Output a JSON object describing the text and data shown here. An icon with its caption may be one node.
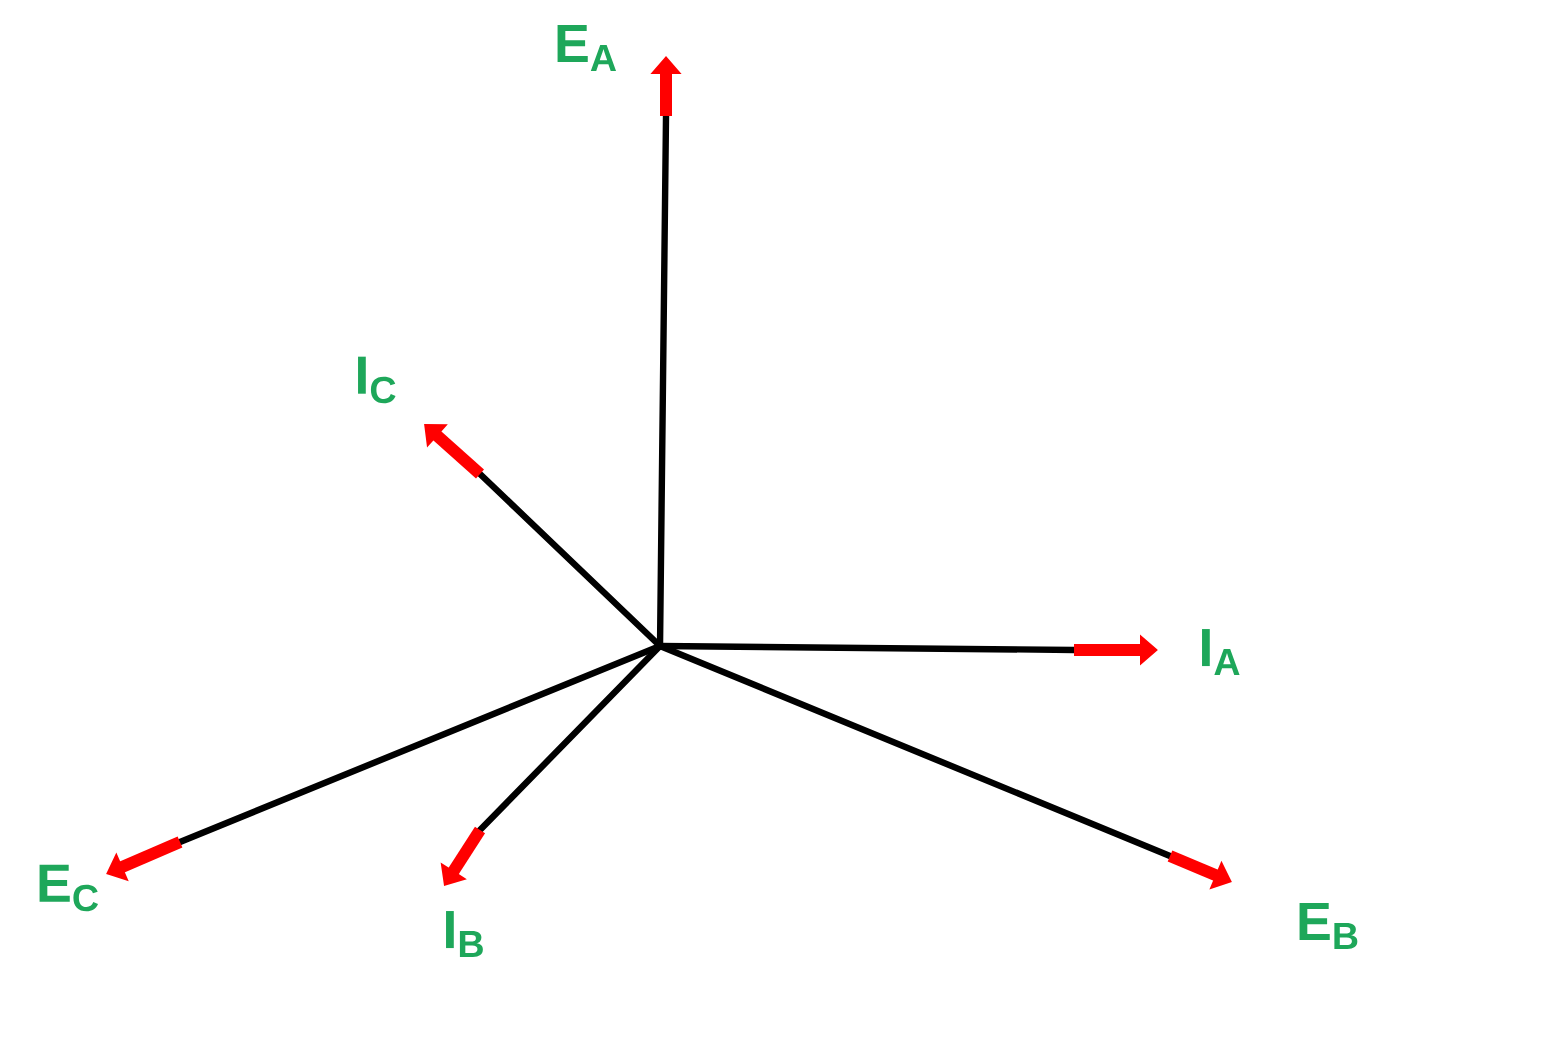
{
  "diagram": {
    "labels": [
      "E$_{A}$",
      "I$_{C}$",
      "I$_{A}$",
      "E$_{C}$",
      "I$_{B}$",
      "E$_{B}$"
    ]
  }
}
